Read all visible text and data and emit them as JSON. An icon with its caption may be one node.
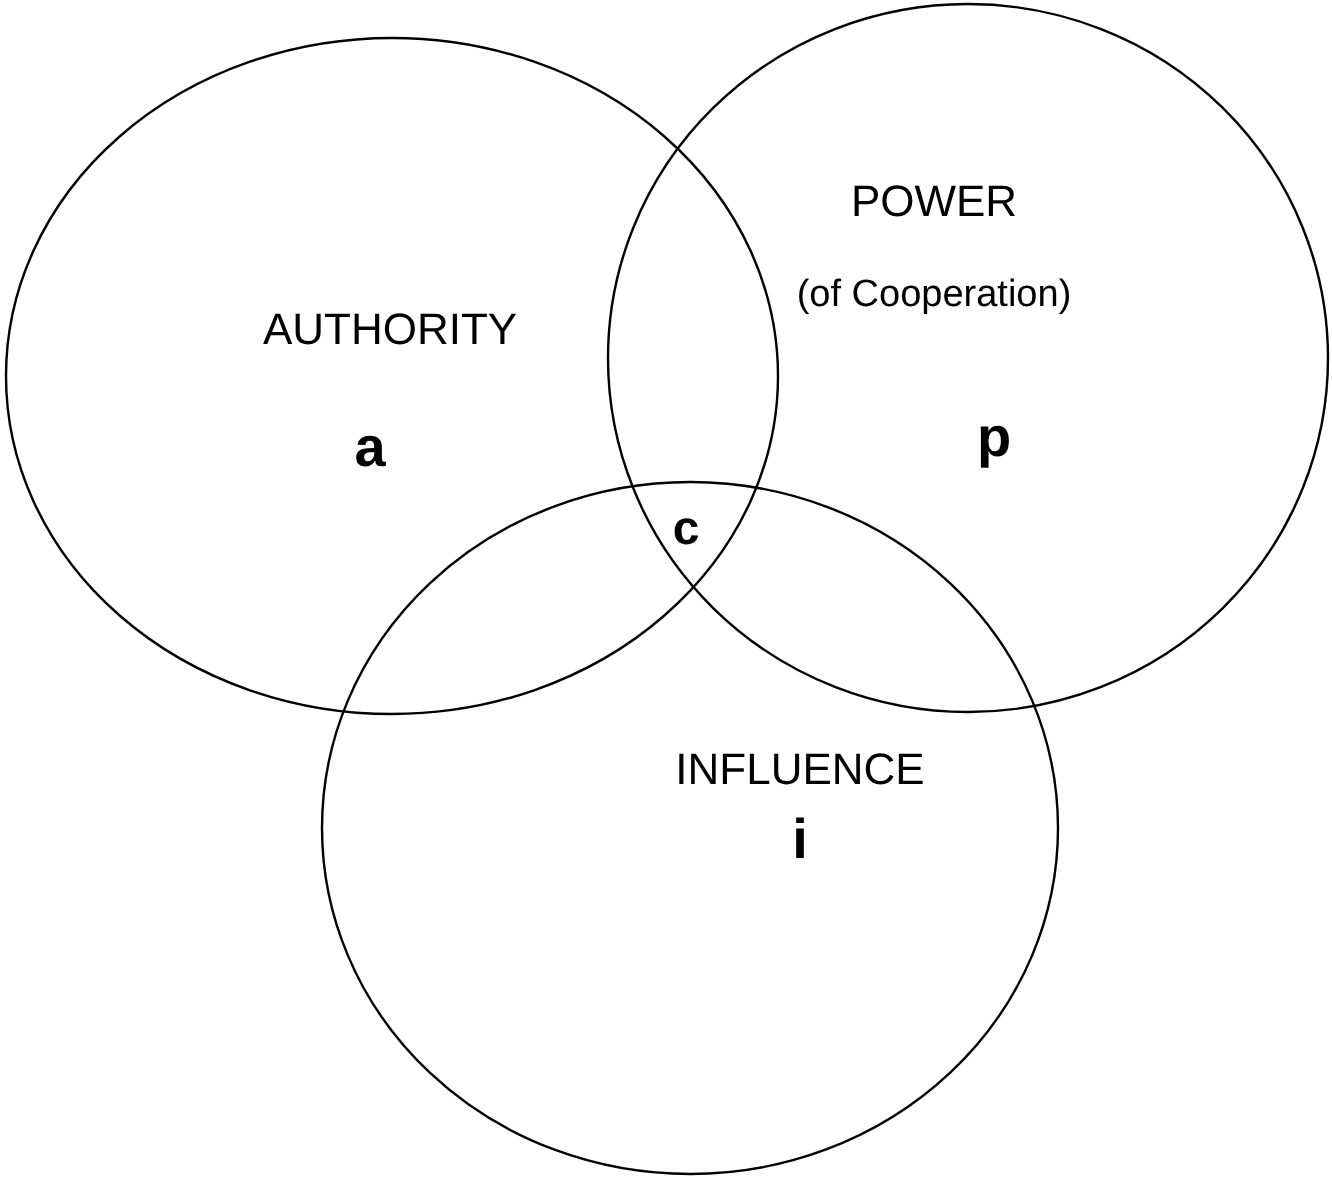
{
  "diagram": {
    "nodes": [
      {
        "text": [
          "AUTHORITY",
          "a"
        ]
      },
      {
        "text": [
          "POWER",
          "(of Cooperation)",
          "p"
        ]
      },
      {
        "text": [
          "INFLUENCE",
          "i"
        ]
      }
    ],
    "edges": [],
    "labels": [
      "c"
    ]
  }
}
